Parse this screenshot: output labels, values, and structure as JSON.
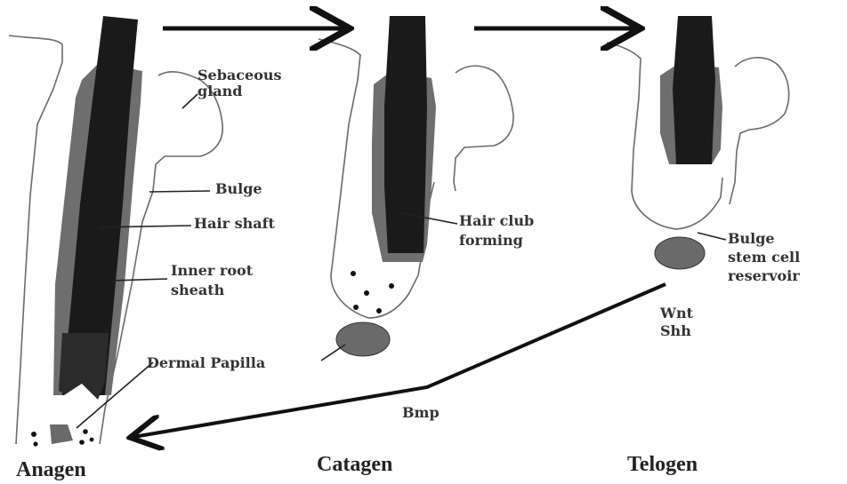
{
  "stages": {
    "anagen": "Anagen",
    "catagen": "Catagen",
    "telogen": "Telogen"
  },
  "labels": {
    "sebaceous_gland": [
      "Sebaceous",
      "gland"
    ],
    "bulge": "Bulge",
    "hair_shaft": "Hair shaft",
    "inner_root_sheath": [
      "Inner root",
      "sheath"
    ],
    "dermal_papilla": "Dermal Papilla",
    "hair_club": [
      "Hair club",
      "forming"
    ],
    "bulge_stem": [
      "Bulge",
      "stem cell",
      "reservoir"
    ],
    "wnt": "Wnt",
    "shh": "Shh",
    "bmp": "Bmp"
  },
  "colors": {
    "hair_shaft": "#1a1a1a",
    "inner_root_sheath": "#6e6e6e",
    "dermal_papilla": "#6a6a6a",
    "outline": "#6a6a6a",
    "arrow": "#111111"
  }
}
